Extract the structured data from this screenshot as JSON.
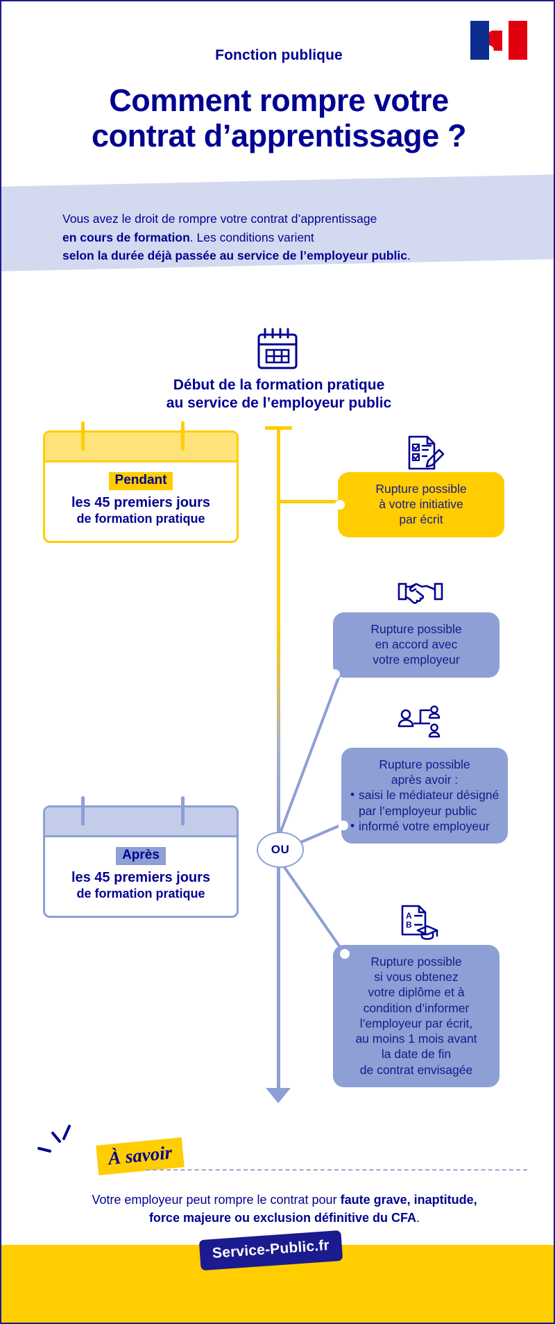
{
  "colors": {
    "navy": "#000091",
    "yellow": "#FFCD00",
    "light_blue": "#8D9FD4",
    "band_blue": "#D3DAF0",
    "flag_blue": "#0b2d8f",
    "flag_red": "#e1000f"
  },
  "header": {
    "kicker": "Fonction publique",
    "title_line1": "Comment rompre votre",
    "title_line2": "contrat d’apprentissage ?",
    "flag_alt": "french-republic-flag"
  },
  "intro": {
    "line1_plain": "Vous avez le droit de rompre votre contrat d’apprentissage",
    "line2_bold": "en cours de formation",
    "line2_plain": ". Les conditions varient",
    "line3_bold": "selon la durée déjà passée au service de l’employeur public",
    "line3_plain": "."
  },
  "timeline": {
    "start_icon": "calendar-icon",
    "start_label_line1": "Début de la formation pratique",
    "start_label_line2": "au service de l’employeur public",
    "branch_label": "OU",
    "periods": [
      {
        "id": "pendant",
        "pill": "Pendant",
        "line1": "les 45 premiers jours",
        "line2": "de formation pratique",
        "accent": "#FFCD00"
      },
      {
        "id": "apres",
        "pill": "Après",
        "line1": "les 45 premiers jours",
        "line2": "de formation pratique",
        "accent": "#8D9FD4"
      }
    ],
    "outcomes": [
      {
        "id": "initiative-ecrit",
        "icon": "checklist-pen-icon",
        "style": "yellow",
        "lines": [
          "Rupture possible",
          "à votre initiative",
          "par écrit"
        ]
      },
      {
        "id": "accord-employeur",
        "icon": "handshake-icon",
        "style": "blue",
        "lines": [
          "Rupture possible",
          "en accord avec",
          "votre employeur"
        ]
      },
      {
        "id": "mediateur",
        "icon": "mediation-people-icon",
        "style": "blue",
        "lines": [
          "Rupture possible",
          "après avoir :"
        ],
        "bullets": [
          "saisi le médiateur désigné par l’employeur public",
          "informé votre employeur"
        ]
      },
      {
        "id": "diplome",
        "icon": "diploma-document-icon",
        "style": "blue",
        "lines": [
          "Rupture possible",
          "si vous obtenez",
          "votre diplôme et à",
          "condition d’informer",
          "l’employeur par écrit,",
          "au moins 1 mois avant",
          "la date de fin",
          "de contrat envisagée"
        ]
      }
    ]
  },
  "note": {
    "tag": "À savoir",
    "text_plain_1": "Votre employeur peut rompre le contrat pour ",
    "text_bold": "faute grave, inaptitude, force majeure ou exclusion définitive du CFA",
    "text_plain_2": "."
  },
  "footer": {
    "logo_text": "Service-Public.fr"
  }
}
